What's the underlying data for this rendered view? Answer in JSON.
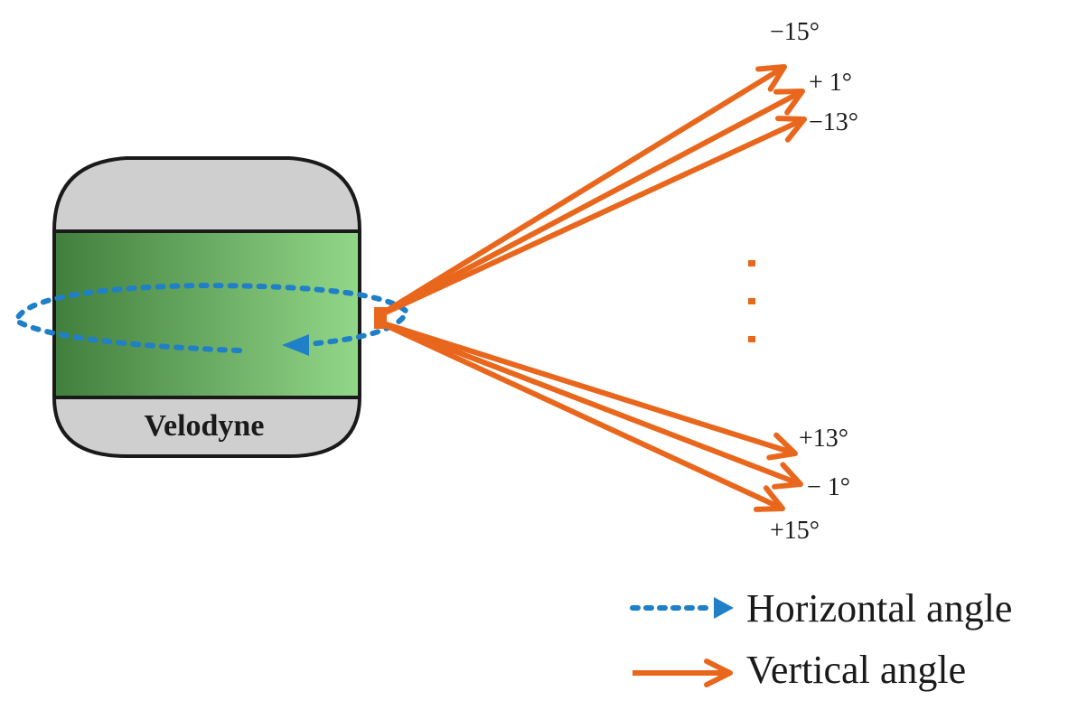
{
  "device": {
    "label": "Velodyne"
  },
  "beams": {
    "upper": [
      {
        "label": "−15°"
      },
      {
        "label": "+ 1°"
      },
      {
        "label": "−13°"
      }
    ],
    "lower": [
      {
        "label": "+13°"
      },
      {
        "label": "− 1°"
      },
      {
        "label": "+15°"
      }
    ]
  },
  "legend": {
    "horizontal": "Horizontal angle",
    "vertical": "Vertical angle"
  },
  "colors": {
    "beam": "#e8671c",
    "rotation": "#1f7fc7",
    "body_gray": "#cfcfcf",
    "body_green_dark": "#3f7d3c",
    "body_green_light": "#94d98a",
    "outline": "#1a1a1a"
  }
}
